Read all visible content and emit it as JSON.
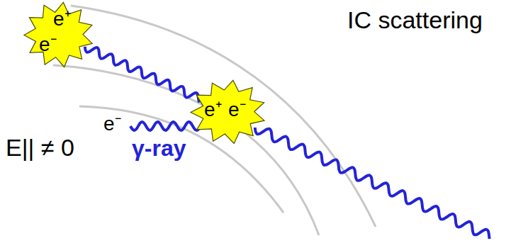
{
  "diagram": {
    "nodes": [
      {
        "text": [
          "e⁺",
          "e⁻"
        ]
      },
      {
        "text": [
          "e⁺",
          "e⁻"
        ]
      }
    ],
    "edges": [
      {
        "from": 0,
        "to": 1,
        "arrow": "none"
      }
    ],
    "labels": [
      "IC scattering",
      "e⁻",
      "E|| ≠ 0",
      "γ-ray"
    ]
  }
}
